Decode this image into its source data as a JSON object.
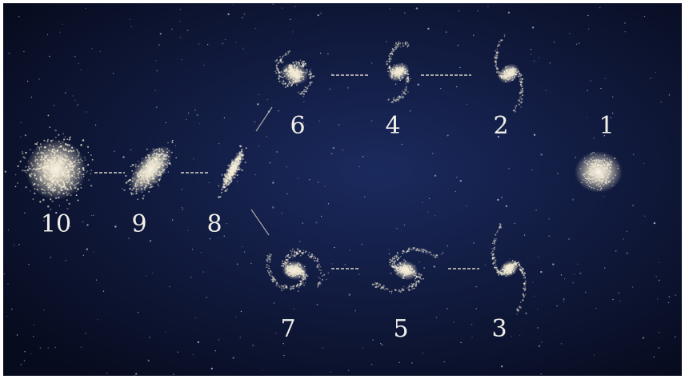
{
  "labels": {
    "g1": "1",
    "g2": "2",
    "g3": "3",
    "g4": "4",
    "g5": "5",
    "g6": "6",
    "g7": "7",
    "g8": "8",
    "g9": "9",
    "g10": "10"
  },
  "colors": {
    "background_center": "#1b2a5e",
    "background_edge": "#070b1e",
    "galaxy": "#f3ecd6",
    "connector": "#d9d4c8"
  }
}
